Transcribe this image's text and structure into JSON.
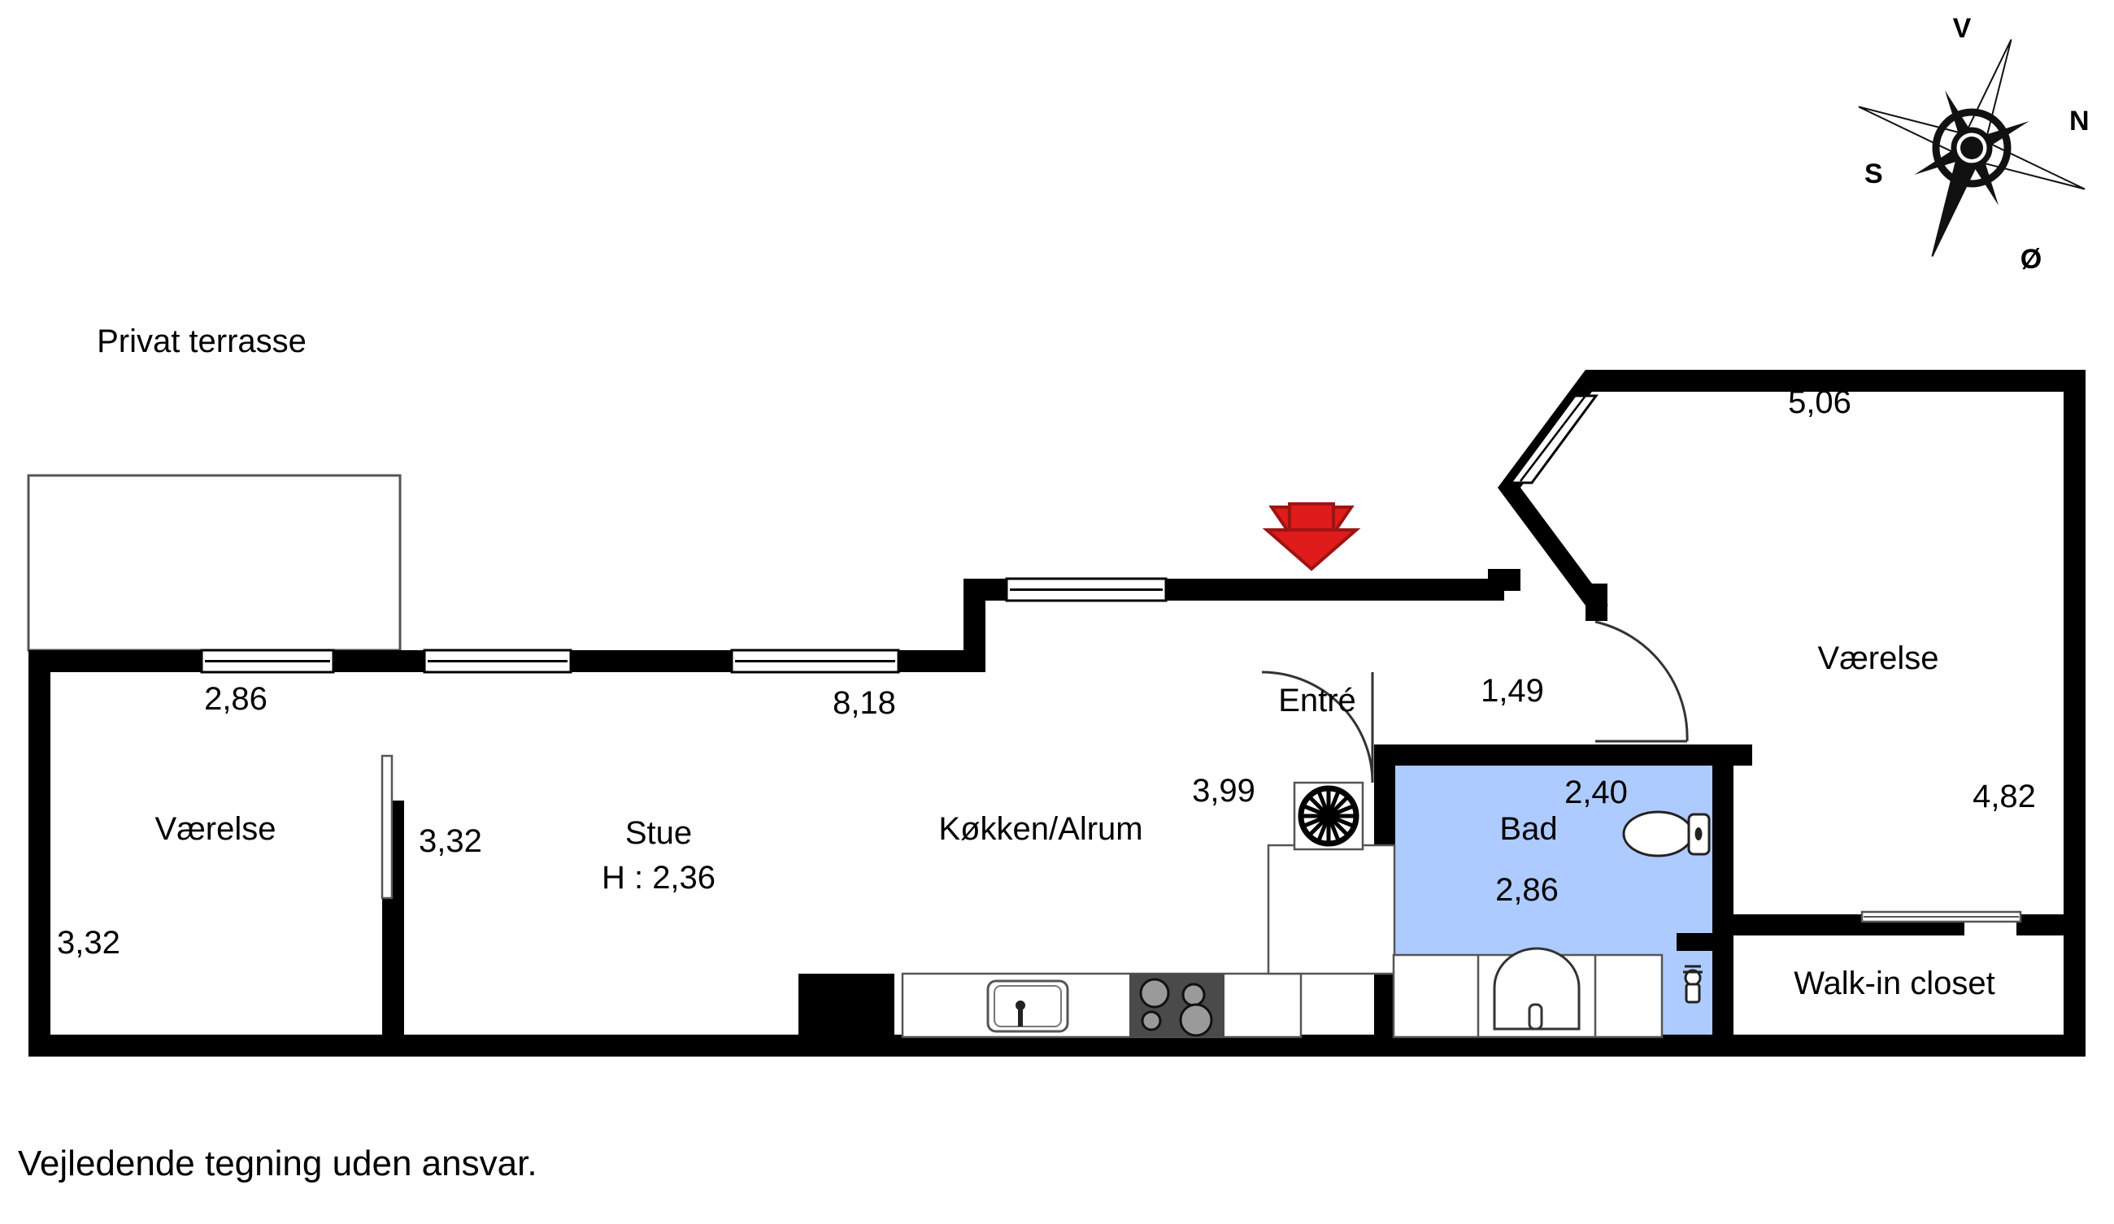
{
  "drawing": {
    "disclaimer": "Vejledende tegning uden ansvar."
  },
  "compass": {
    "name": "compass-rose",
    "labels": {
      "top": "V",
      "right": "N",
      "left": "S",
      "bottom": "Ø"
    }
  },
  "rooms": [
    {
      "key": "terrace",
      "label": "Privat terrasse"
    },
    {
      "key": "room_left",
      "label": "Værelse"
    },
    {
      "key": "living",
      "label": "Stue"
    },
    {
      "key": "kitchen",
      "label": "Køkken/Alrum"
    },
    {
      "key": "entry",
      "label": "Entré"
    },
    {
      "key": "bath",
      "label": "Bad"
    },
    {
      "key": "room_right",
      "label": "Værelse"
    },
    {
      "key": "closet",
      "label": "Walk-in closet"
    }
  ],
  "living_height_note": "H : 2,36",
  "dimensions": {
    "terrace_width": "2,86",
    "room_left_height": "3,32",
    "room_left_right_height": "3,32",
    "living_top": "8,18",
    "kitchen_right": "3,99",
    "entry_right": "1,49",
    "bath_top": "2,40",
    "bath_width": "2,86",
    "room_right_top": "5,06",
    "room_right_right": "4,82"
  },
  "fixtures": [
    {
      "name": "kitchen-sink-icon",
      "label": "sink"
    },
    {
      "name": "cooktop-icon",
      "label": "cooktop"
    },
    {
      "name": "ventilation-fan-icon",
      "label": "fan"
    },
    {
      "name": "toilet-icon",
      "label": "toilet"
    },
    {
      "name": "washbasin-icon",
      "label": "washbasin"
    },
    {
      "name": "shower-mixer-icon",
      "label": "shower"
    }
  ],
  "markers": {
    "entrance_arrow": {
      "name": "entrance-arrow-icon",
      "color": "#E01B1B"
    }
  },
  "colors": {
    "wall": "#000000",
    "bathroom_fill": "#AECBFF",
    "background": "#FFFFFF",
    "arrow_red": "#E01B1B",
    "arrow_red_outline": "#9E1414",
    "cooktop_dark": "#4A4A4A",
    "thin_line": "#555555"
  }
}
